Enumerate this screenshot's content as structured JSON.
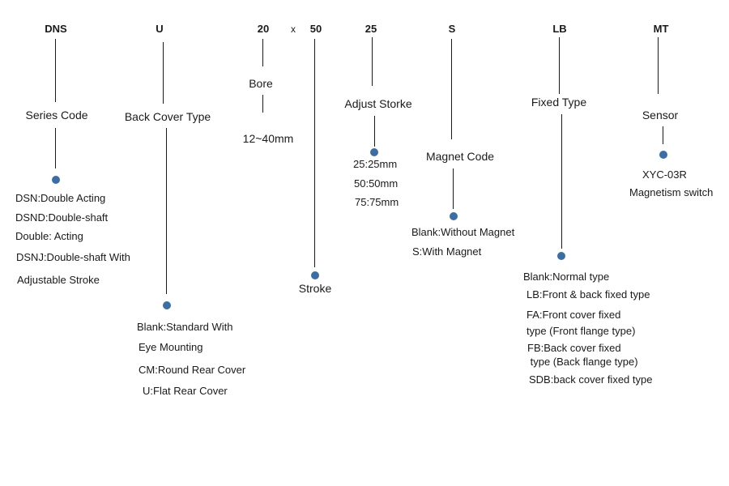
{
  "dot_color": "#3a6ea5",
  "codes": {
    "dns": "DNS",
    "u": "U",
    "bore": "20",
    "x": "x",
    "stroke": "50",
    "adjust": "25",
    "magnet": "S",
    "fixed": "LB",
    "sensor": "MT"
  },
  "labels": {
    "series": "Series Code",
    "back_cover": "Back Cover Type",
    "bore": "Bore",
    "bore_range": "12~40mm",
    "stroke": "Stroke",
    "adjust": "Adjust Storke",
    "magnet": "Magnet Code",
    "fixed": "Fixed Type",
    "sensor": "Sensor"
  },
  "series_items": [
    "DSN:Double Acting",
    "DSND:Double-shaft",
    "Double: Acting",
    "DSNJ:Double-shaft With",
    "Adjustable Stroke"
  ],
  "back_cover_items": [
    "Blank:Standard With",
    "Eye Mounting",
    "CM:Round Rear Cover",
    "U:Flat Rear Cover"
  ],
  "adjust_items": [
    "25:25mm",
    "50:50mm",
    "75:75mm"
  ],
  "magnet_items": [
    "Blank:Without Magnet",
    "S:With Magnet"
  ],
  "fixed_items": [
    "Blank:Normal type",
    "LB:Front & back fixed type",
    "FA:Front cover fixed",
    "type (Front flange type)",
    "FB:Back cover fixed",
    " type (Back flange type)",
    "SDB:back cover fixed type"
  ],
  "sensor_items": [
    "XYC-03R",
    "Magnetism switch"
  ]
}
